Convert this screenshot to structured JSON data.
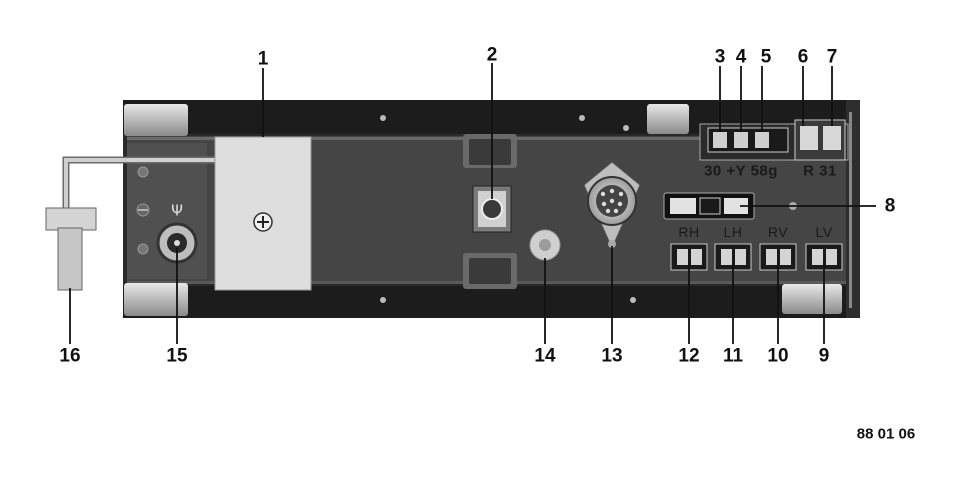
{
  "callouts": {
    "c1": "1",
    "c2": "2",
    "c3": "3",
    "c4": "4",
    "c5": "5",
    "c6": "6",
    "c7": "7",
    "c8": "8",
    "c9": "9",
    "c10": "10",
    "c11": "11",
    "c12": "12",
    "c13": "13",
    "c14": "14",
    "c15": "15",
    "c16": "16"
  },
  "terminal_labels": {
    "left": "30 +Y 58g",
    "right": "R  31"
  },
  "speaker_labels": {
    "rh": "RH",
    "lh": "LH",
    "rv": "RV",
    "lv": "LV"
  },
  "antenna_symbol": "Ψ",
  "figure_code": "88 01 06",
  "colors": {
    "panel": "#3f3f3f",
    "rail": "#222222",
    "metal": "#c9c9c9",
    "ink": "#111111"
  }
}
